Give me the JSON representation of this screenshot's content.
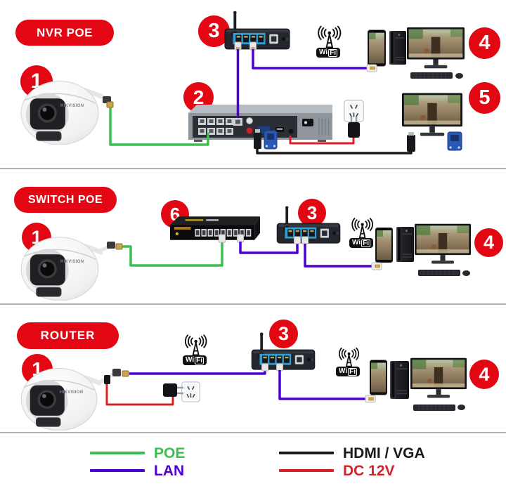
{
  "colors": {
    "accent_red": "#e30613",
    "poe": "#3bbf4f",
    "lan": "#4c00d2",
    "hdmi": "#1a1a1a",
    "dc": "#d92027"
  },
  "sections": [
    {
      "title": "NVR POE"
    },
    {
      "title": "SWITCH POE"
    },
    {
      "title": "ROUTER"
    }
  ],
  "badges": {
    "camera": "1",
    "nvr": "2",
    "router": "3",
    "clients": "4",
    "monitor": "5",
    "switch": "6"
  },
  "wifi": {
    "wi": "Wi",
    "fi": "Fi"
  },
  "camera_brand": "HIKVISION",
  "legend": [
    {
      "label": "POE",
      "color": "#3bbf4f"
    },
    {
      "label": "LAN",
      "color": "#4c00d2"
    },
    {
      "label": "HDMI / VGA",
      "color": "#1a1a1a"
    },
    {
      "label": "DC 12V",
      "color": "#d92027"
    }
  ],
  "icons": {
    "wifi": "radio-tower with signal arcs and WiFi badge",
    "camera": "white turret ip-camera",
    "router": "wireless router with antenna",
    "switch": "poe network switch",
    "nvr": "network video recorder",
    "monitor": "desktop monitor showing camera view",
    "phone": "smartphone showing camera view",
    "tower": "pc tower",
    "outlet": "wall power outlet"
  }
}
